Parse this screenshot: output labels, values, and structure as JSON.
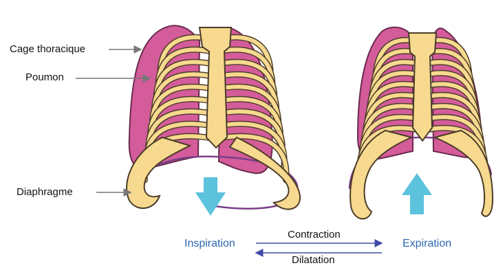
{
  "labels": {
    "rib_cage": "Cage thoracique",
    "lung": "Poumon",
    "diaphragm": "Diaphragme"
  },
  "phases": {
    "inspiration": "Inspiration",
    "expiration": "Expiration"
  },
  "cycle": {
    "contraction": "Contraction",
    "dilatation": "Dilatation"
  },
  "colors": {
    "lung": "#d45c9a",
    "lung_line": "#8e2c62",
    "bone": "#f7d98f",
    "bone_outline": "#4a3c28",
    "diaphragm": "#7a3f88",
    "arrow": "#5dc2dc",
    "phase_text": "#2b67b0",
    "cycle_arrow": "#3f4aa8",
    "pointer": "#777777"
  }
}
